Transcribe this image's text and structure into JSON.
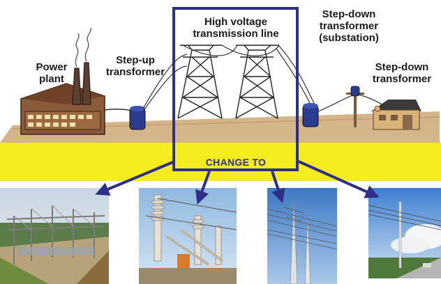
{
  "labels": {
    "power_plant": [
      "Power",
      "plant"
    ],
    "step_up": [
      "Step-up",
      "transformer"
    ],
    "high_voltage": [
      "High voltage",
      "transmission line"
    ],
    "step_down_substation": [
      "Step-down",
      "transformer",
      "(substation)"
    ],
    "step_down": [
      "Step-down",
      "transformer"
    ]
  },
  "change_to": "CHANGE TO",
  "colors": {
    "accent": "#2e2f86",
    "band": "#f4ec1f",
    "ground": "#d4b58a",
    "transformer": "#2b3c8f",
    "plant_brick": "#8a5a3a",
    "house": "#d9b27a"
  },
  "photos": [
    {
      "name": "substation-photo"
    },
    {
      "name": "insulator-closeup-photo"
    },
    {
      "name": "concrete-pole-photo"
    },
    {
      "name": "roadside-pole-photo"
    }
  ]
}
